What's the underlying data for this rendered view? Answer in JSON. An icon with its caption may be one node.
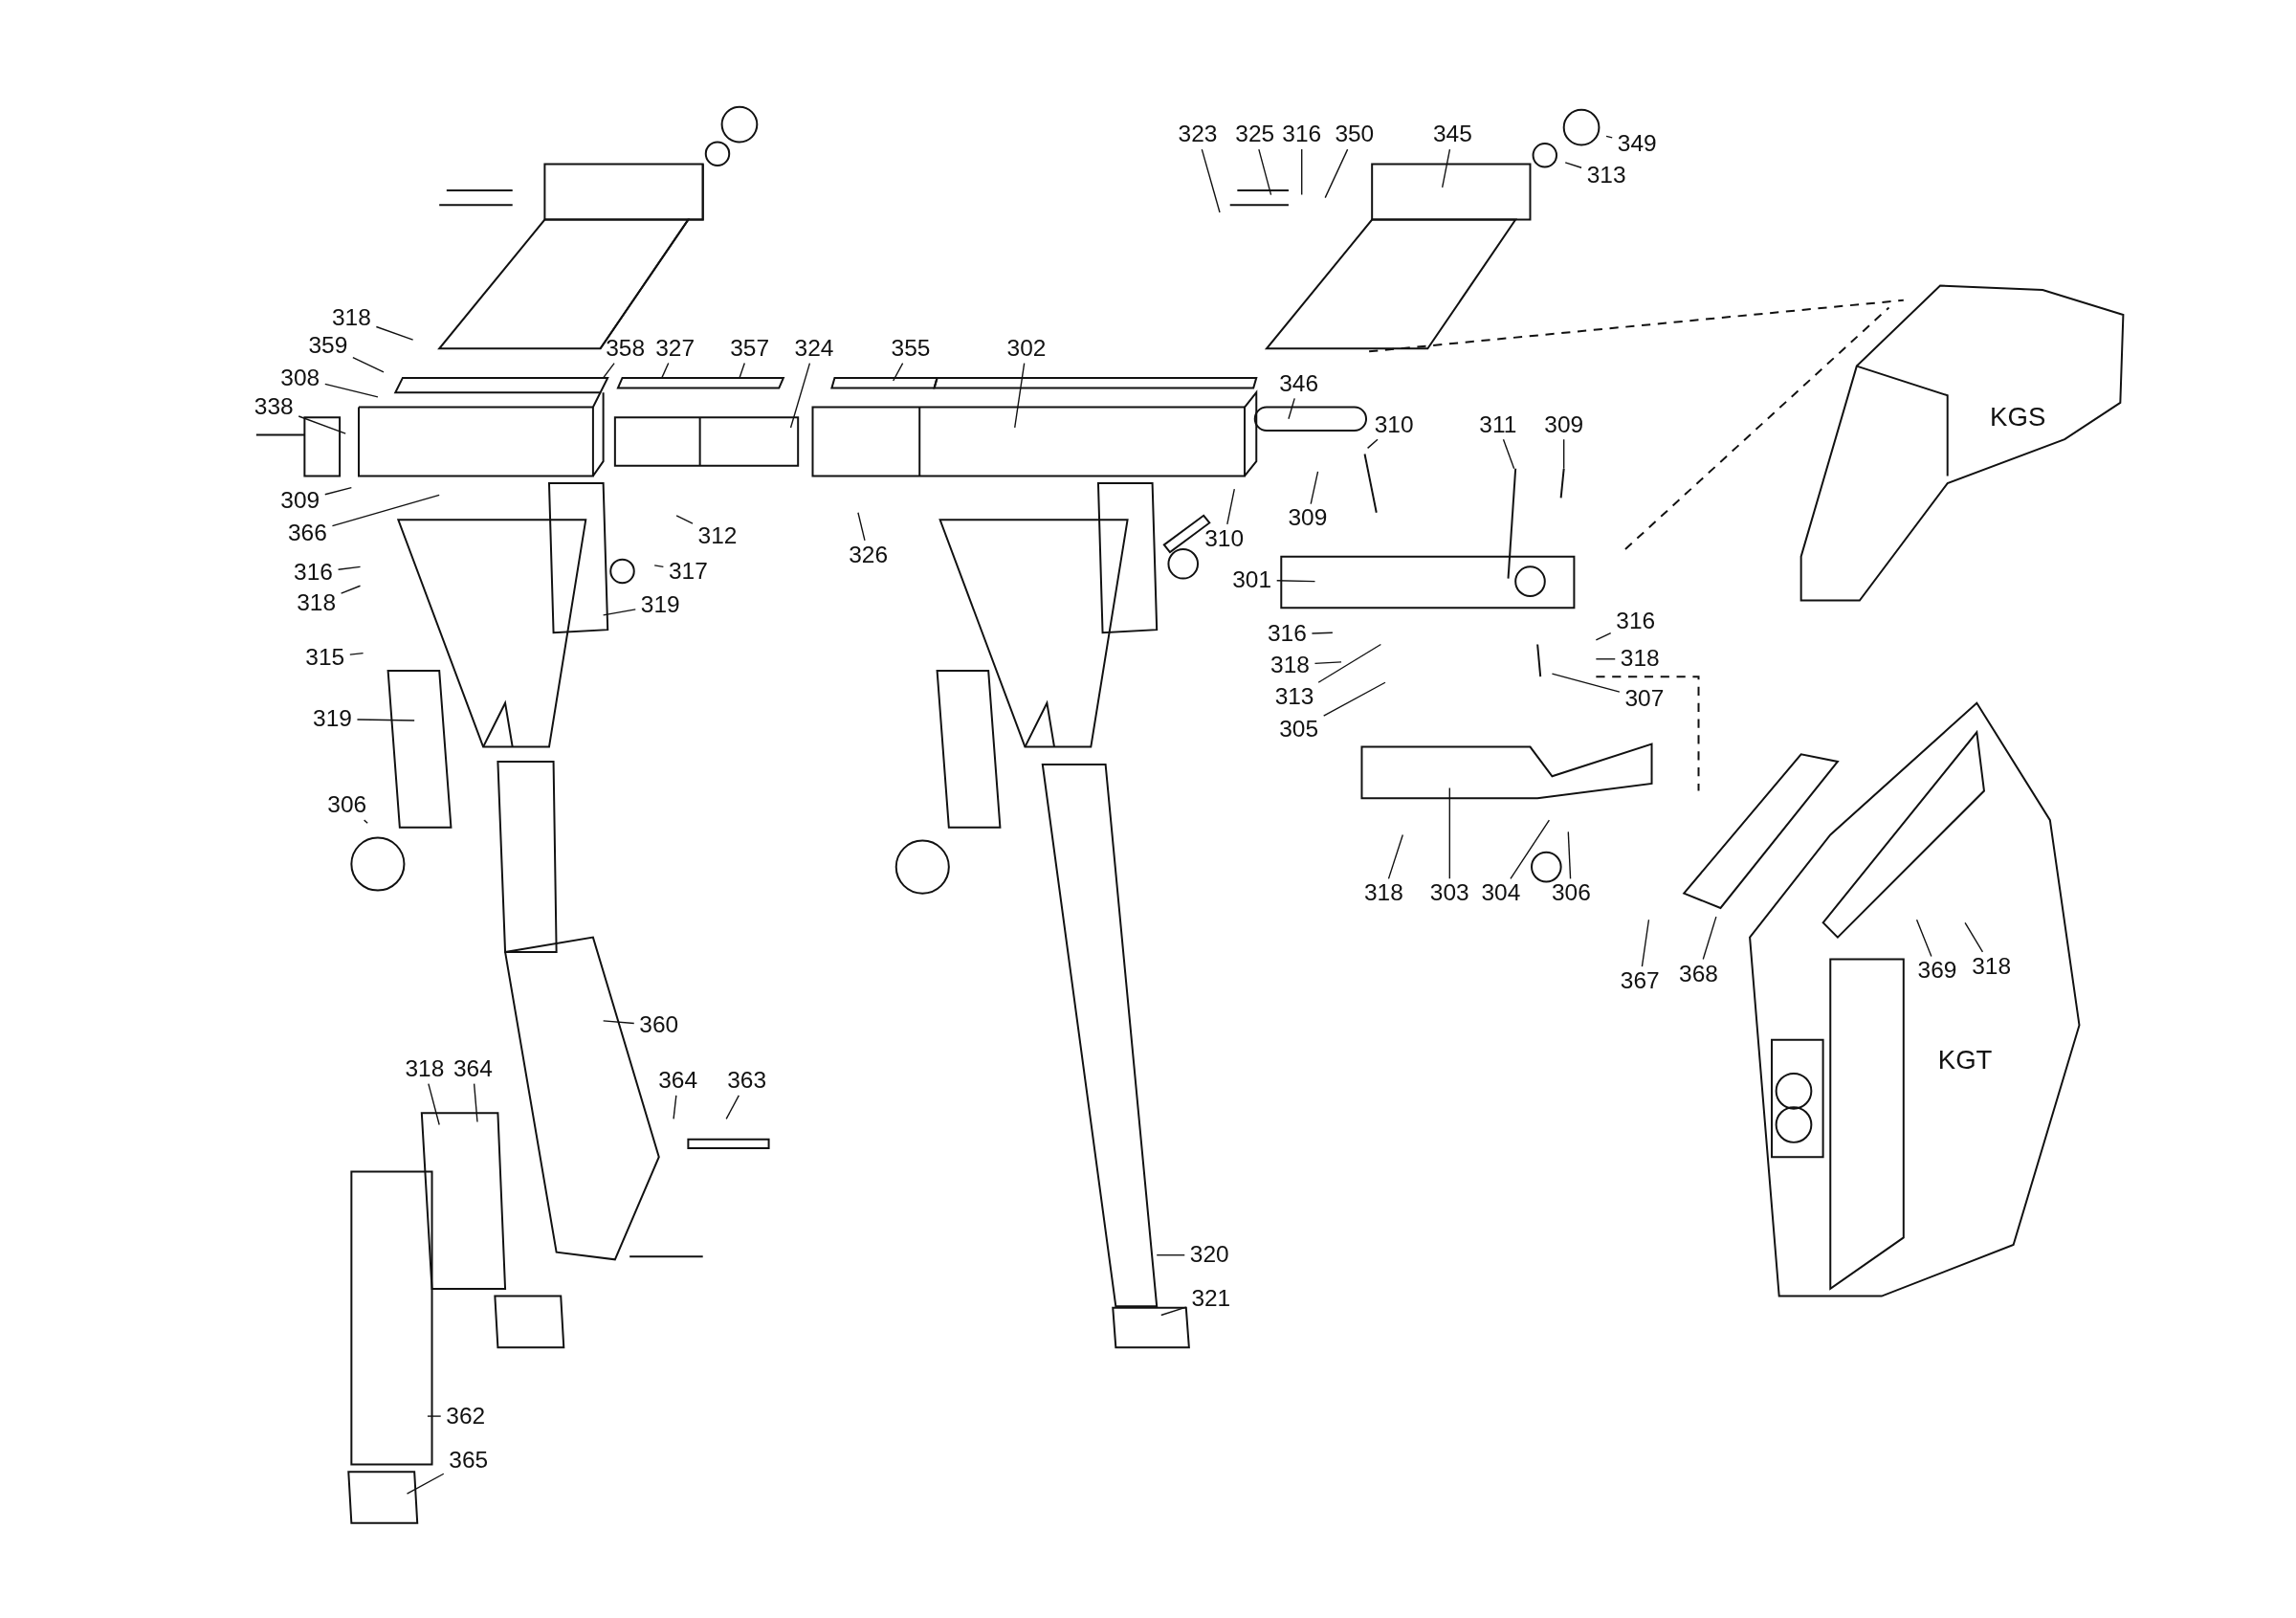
{
  "diagram": {
    "nodes": [
      {
        "text": [
          "323"
        ]
      },
      {
        "text": [
          "325"
        ]
      },
      {
        "text": [
          "316"
        ]
      },
      {
        "text": [
          "350"
        ]
      },
      {
        "text": [
          "345"
        ]
      },
      {
        "text": [
          "349"
        ]
      },
      {
        "text": [
          "313"
        ]
      },
      {
        "text": [
          "318"
        ]
      },
      {
        "text": [
          "359"
        ]
      },
      {
        "text": [
          "358"
        ]
      },
      {
        "text": [
          "327"
        ]
      },
      {
        "text": [
          "357"
        ]
      },
      {
        "text": [
          "324"
        ]
      },
      {
        "text": [
          "355"
        ]
      },
      {
        "text": [
          "302"
        ]
      },
      {
        "text": [
          "308"
        ]
      },
      {
        "text": [
          "338"
        ]
      },
      {
        "text": [
          "346"
        ]
      },
      {
        "text": [
          "310"
        ]
      },
      {
        "text": [
          "311"
        ]
      },
      {
        "text": [
          "309"
        ]
      },
      {
        "text": [
          "309"
        ]
      },
      {
        "text": [
          "310"
        ]
      },
      {
        "text": [
          "309"
        ]
      },
      {
        "text": [
          "366"
        ]
      },
      {
        "text": [
          "312"
        ]
      },
      {
        "text": [
          "326"
        ]
      },
      {
        "text": [
          "317"
        ]
      },
      {
        "text": [
          "316"
        ]
      },
      {
        "text": [
          "318"
        ]
      },
      {
        "text": [
          "319"
        ]
      },
      {
        "text": [
          "301"
        ]
      },
      {
        "text": [
          "316"
        ]
      },
      {
        "text": [
          "316"
        ]
      },
      {
        "text": [
          "318"
        ]
      },
      {
        "text": [
          "318"
        ]
      },
      {
        "text": [
          "315"
        ]
      },
      {
        "text": [
          "313"
        ]
      },
      {
        "text": [
          "307"
        ]
      },
      {
        "text": [
          "319"
        ]
      },
      {
        "text": [
          "305"
        ]
      },
      {
        "text": [
          "306"
        ]
      },
      {
        "text": [
          "318"
        ]
      },
      {
        "text": [
          "303"
        ]
      },
      {
        "text": [
          "304"
        ]
      },
      {
        "text": [
          "306"
        ]
      },
      {
        "text": [
          "367"
        ]
      },
      {
        "text": [
          "368"
        ]
      },
      {
        "text": [
          "369"
        ]
      },
      {
        "text": [
          "318"
        ]
      },
      {
        "text": [
          "360"
        ]
      },
      {
        "text": [
          "318"
        ]
      },
      {
        "text": [
          "364"
        ]
      },
      {
        "text": [
          "364"
        ]
      },
      {
        "text": [
          "363"
        ]
      },
      {
        "text": [
          "320"
        ]
      },
      {
        "text": [
          "321"
        ]
      },
      {
        "text": [
          "362"
        ]
      },
      {
        "text": [
          "365"
        ]
      }
    ],
    "edges": [
      {
        "from": 0,
        "to": null,
        "arrow": "none"
      },
      {
        "from": 1,
        "to": null,
        "arrow": "none"
      },
      {
        "from": 2,
        "to": null,
        "arrow": "none"
      },
      {
        "from": 3,
        "to": null,
        "arrow": "none"
      },
      {
        "from": 4,
        "to": null,
        "arrow": "none"
      },
      {
        "from": 5,
        "to": null,
        "arrow": "none"
      },
      {
        "from": 6,
        "to": null,
        "arrow": "none"
      },
      {
        "from": 7,
        "to": null,
        "arrow": "none"
      },
      {
        "from": 8,
        "to": null,
        "arrow": "none"
      },
      {
        "from": 9,
        "to": null,
        "arrow": "none"
      },
      {
        "from": 10,
        "to": null,
        "arrow": "none"
      },
      {
        "from": 11,
        "to": null,
        "arrow": "none"
      },
      {
        "from": 12,
        "to": null,
        "arrow": "none"
      },
      {
        "from": 13,
        "to": null,
        "arrow": "none"
      },
      {
        "from": 14,
        "to": null,
        "arrow": "none"
      },
      {
        "from": 15,
        "to": null,
        "arrow": "none"
      },
      {
        "from": 16,
        "to": null,
        "arrow": "none"
      },
      {
        "from": 17,
        "to": null,
        "arrow": "none"
      },
      {
        "from": 18,
        "to": null,
        "arrow": "none"
      },
      {
        "from": 19,
        "to": null,
        "arrow": "none"
      },
      {
        "from": 20,
        "to": null,
        "arrow": "none"
      },
      {
        "from": 21,
        "to": null,
        "arrow": "none"
      },
      {
        "from": 22,
        "to": null,
        "arrow": "none"
      },
      {
        "from": 23,
        "to": null,
        "arrow": "none"
      },
      {
        "from": 24,
        "to": null,
        "arrow": "none"
      },
      {
        "from": 25,
        "to": null,
        "arrow": "none"
      },
      {
        "from": 26,
        "to": null,
        "arrow": "none"
      },
      {
        "from": 27,
        "to": null,
        "arrow": "none"
      },
      {
        "from": 28,
        "to": null,
        "arrow": "none"
      },
      {
        "from": 29,
        "to": null,
        "arrow": "none"
      },
      {
        "from": 30,
        "to": null,
        "arrow": "none"
      },
      {
        "from": 31,
        "to": null,
        "arrow": "none"
      },
      {
        "from": 32,
        "to": null,
        "arrow": "none"
      },
      {
        "from": 33,
        "to": null,
        "arrow": "none"
      },
      {
        "from": 34,
        "to": null,
        "arrow": "none"
      },
      {
        "from": 35,
        "to": null,
        "arrow": "none"
      },
      {
        "from": 36,
        "to": null,
        "arrow": "none"
      },
      {
        "from": 37,
        "to": null,
        "arrow": "none"
      },
      {
        "from": 38,
        "to": null,
        "arrow": "none"
      },
      {
        "from": 39,
        "to": null,
        "arrow": "none"
      },
      {
        "from": 40,
        "to": null,
        "arrow": "none"
      },
      {
        "from": 41,
        "to": null,
        "arrow": "none"
      },
      {
        "from": 42,
        "to": null,
        "arrow": "none"
      },
      {
        "from": 43,
        "to": null,
        "arrow": "none"
      },
      {
        "from": 44,
        "to": null,
        "arrow": "none"
      },
      {
        "from": 45,
        "to": null,
        "arrow": "none"
      },
      {
        "from": 46,
        "to": null,
        "arrow": "none"
      },
      {
        "from": 47,
        "to": null,
        "arrow": "none"
      },
      {
        "from": 48,
        "to": null,
        "arrow": "none"
      },
      {
        "from": 49,
        "to": null,
        "arrow": "none"
      },
      {
        "from": 50,
        "to": null,
        "arrow": "none"
      },
      {
        "from": 51,
        "to": null,
        "arrow": "none"
      },
      {
        "from": 52,
        "to": null,
        "arrow": "none"
      },
      {
        "from": 53,
        "to": null,
        "arrow": "none"
      },
      {
        "from": 54,
        "to": null,
        "arrow": "none"
      },
      {
        "from": 55,
        "to": null,
        "arrow": "none"
      },
      {
        "from": 56,
        "to": null,
        "arrow": "none"
      },
      {
        "from": 57,
        "to": null,
        "arrow": "none"
      },
      {
        "from": 58,
        "to": null,
        "arrow": "none"
      }
    ],
    "labels": [
      "KGS",
      "KGT"
    ]
  }
}
